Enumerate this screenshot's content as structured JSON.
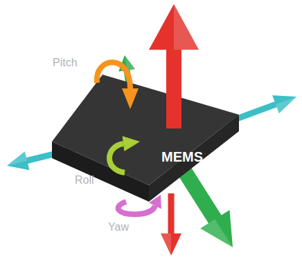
{
  "diagram": {
    "nodes": [
      {
        "text": [
          "MEMS"
        ]
      }
    ],
    "labels": [
      "Pitch",
      "Roll",
      "Yaw"
    ]
  }
}
